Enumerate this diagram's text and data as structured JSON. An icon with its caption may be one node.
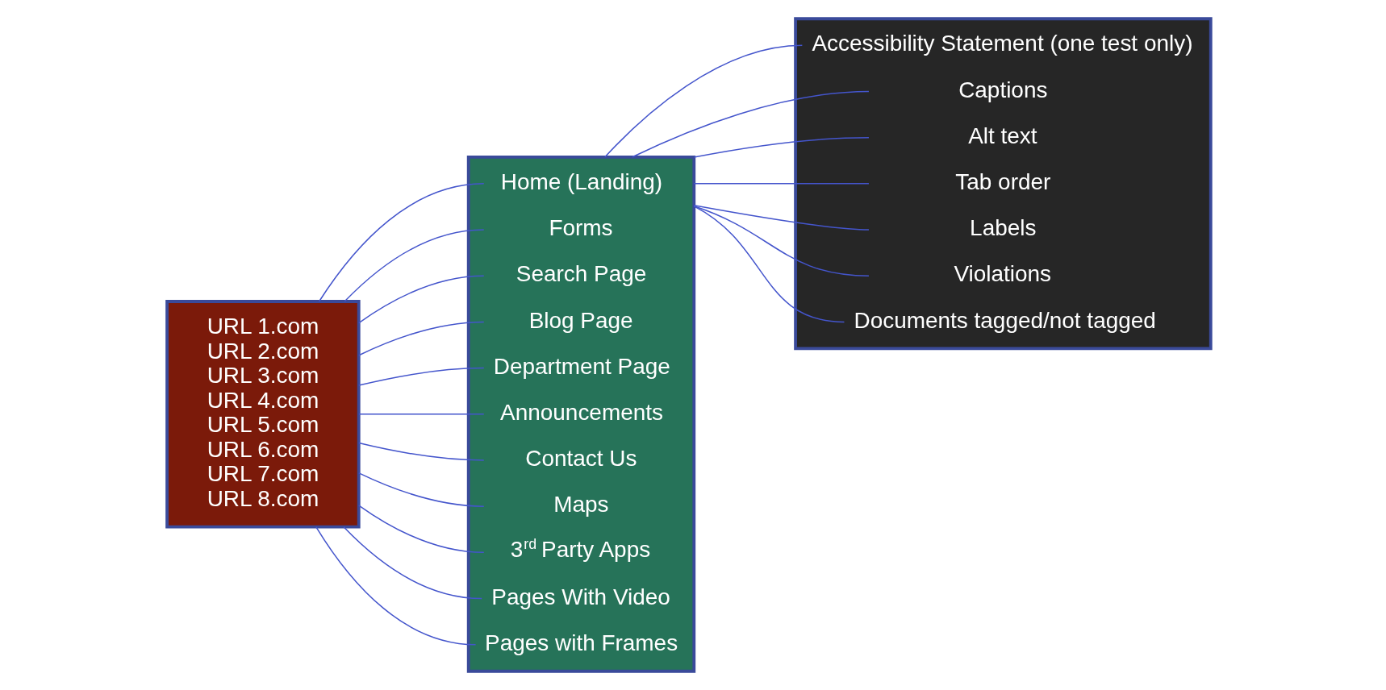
{
  "diagram": {
    "nodes": [
      {
        "text": [
          "URL 1.com",
          "URL 2.com",
          "URL 3.com",
          "URL 4.com",
          "URL 5.com",
          "URL 6.com",
          "URL 7.com",
          "URL 8.com"
        ]
      },
      {
        "text": [],
        "shape": "box"
      },
      {
        "text": [
          "Home (Landing)"
        ],
        "in": 1
      },
      {
        "text": [
          "Forms"
        ],
        "in": 1
      },
      {
        "text": [
          "Search Page"
        ],
        "in": 1
      },
      {
        "text": [
          "Blog Page"
        ],
        "in": 1
      },
      {
        "text": [
          "Department Page"
        ],
        "in": 1
      },
      {
        "text": [
          "Announcements"
        ],
        "in": 1
      },
      {
        "text": [
          "Contact Us"
        ],
        "in": 1
      },
      {
        "text": [
          "Maps"
        ],
        "in": 1
      },
      {
        "text": [
          "3$^{rd}$ Party Apps"
        ],
        "in": 1
      },
      {
        "text": [
          "Pages With Video"
        ],
        "in": 1
      },
      {
        "text": [
          "Pages with Frames"
        ],
        "in": 1
      },
      {
        "text": [],
        "shape": "box"
      },
      {
        "text": [
          "Accessibility Statement (one test only)"
        ],
        "in": 13
      },
      {
        "text": [
          "Captions"
        ],
        "in": 13
      },
      {
        "text": [
          "Alt text"
        ],
        "in": 13
      },
      {
        "text": [
          "Tab order"
        ],
        "in": 13
      },
      {
        "text": [
          "Labels"
        ],
        "in": 13
      },
      {
        "text": [
          "Violations"
        ],
        "in": 13
      },
      {
        "text": [
          "Documents tagged/not tagged"
        ],
        "in": 13
      }
    ],
    "edges": [
      {
        "from": 0,
        "to": 2,
        "arrow": "none"
      },
      {
        "from": 0,
        "to": 3,
        "arrow": "none"
      },
      {
        "from": 0,
        "to": 4,
        "arrow": "none"
      },
      {
        "from": 0,
        "to": 5,
        "arrow": "none"
      },
      {
        "from": 0,
        "to": 6,
        "arrow": "none"
      },
      {
        "from": 0,
        "to": 7,
        "arrow": "none"
      },
      {
        "from": 0,
        "to": 8,
        "arrow": "none"
      },
      {
        "from": 0,
        "to": 9,
        "arrow": "none"
      },
      {
        "from": 0,
        "to": 10,
        "arrow": "none"
      },
      {
        "from": 0,
        "to": 11,
        "arrow": "none"
      },
      {
        "from": 0,
        "to": 12,
        "arrow": "none"
      },
      {
        "from": 1,
        "to": 14,
        "arrow": "none"
      },
      {
        "from": 1,
        "to": 15,
        "arrow": "none"
      },
      {
        "from": 1,
        "to": 16,
        "arrow": "none"
      },
      {
        "from": 1,
        "to": 17,
        "arrow": "none"
      },
      {
        "from": 1,
        "to": 18,
        "arrow": "none"
      },
      {
        "from": 1,
        "to": 19,
        "arrow": "none"
      },
      {
        "from": 1,
        "to": 20,
        "arrow": "none"
      }
    ]
  }
}
